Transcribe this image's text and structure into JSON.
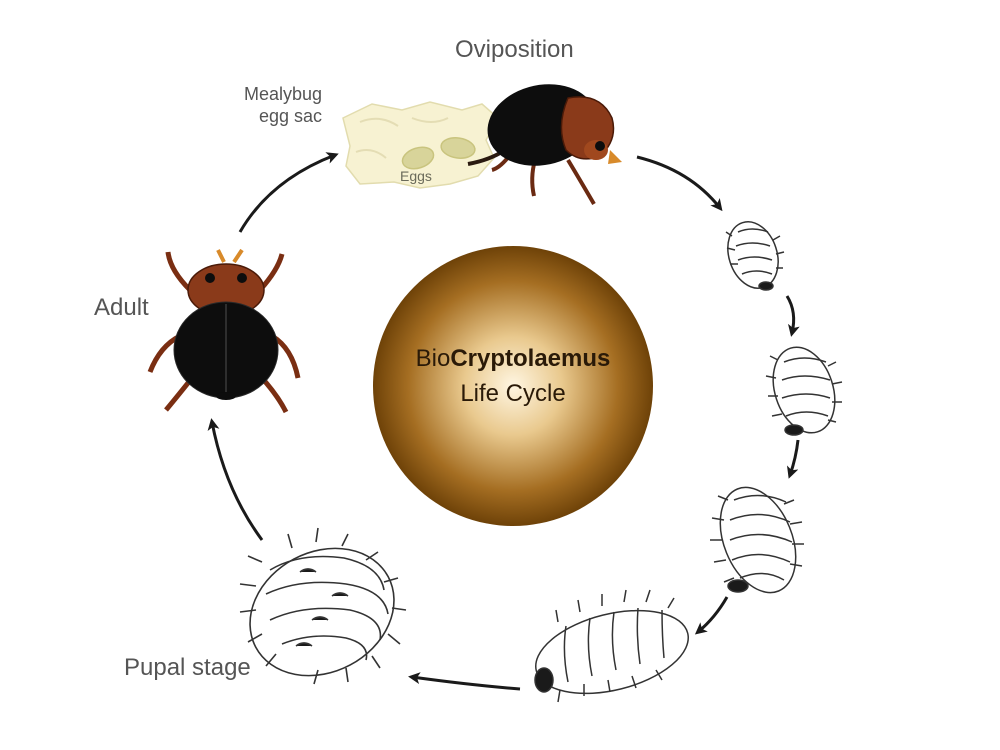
{
  "center": {
    "title_prefix": "Bio",
    "title_bold": "Cryptolaemus",
    "title_line2": "Life Cycle"
  },
  "stages": {
    "oviposition": "Oviposition",
    "egg_sac_line1": "Mealybug",
    "egg_sac_line2": "egg sac",
    "eggs": "Eggs",
    "adult": "Adult",
    "pupal": "Pupal stage"
  },
  "colors": {
    "beetle_shell": "#0d0d0d",
    "beetle_body": "#8a3a1a",
    "sphere_core": "#fff3d8",
    "sphere_edge": "#7a4a0a",
    "egg_sac": "#f7f2d2",
    "egg": "#d8d49a",
    "arrow": "#1a1a1a"
  }
}
